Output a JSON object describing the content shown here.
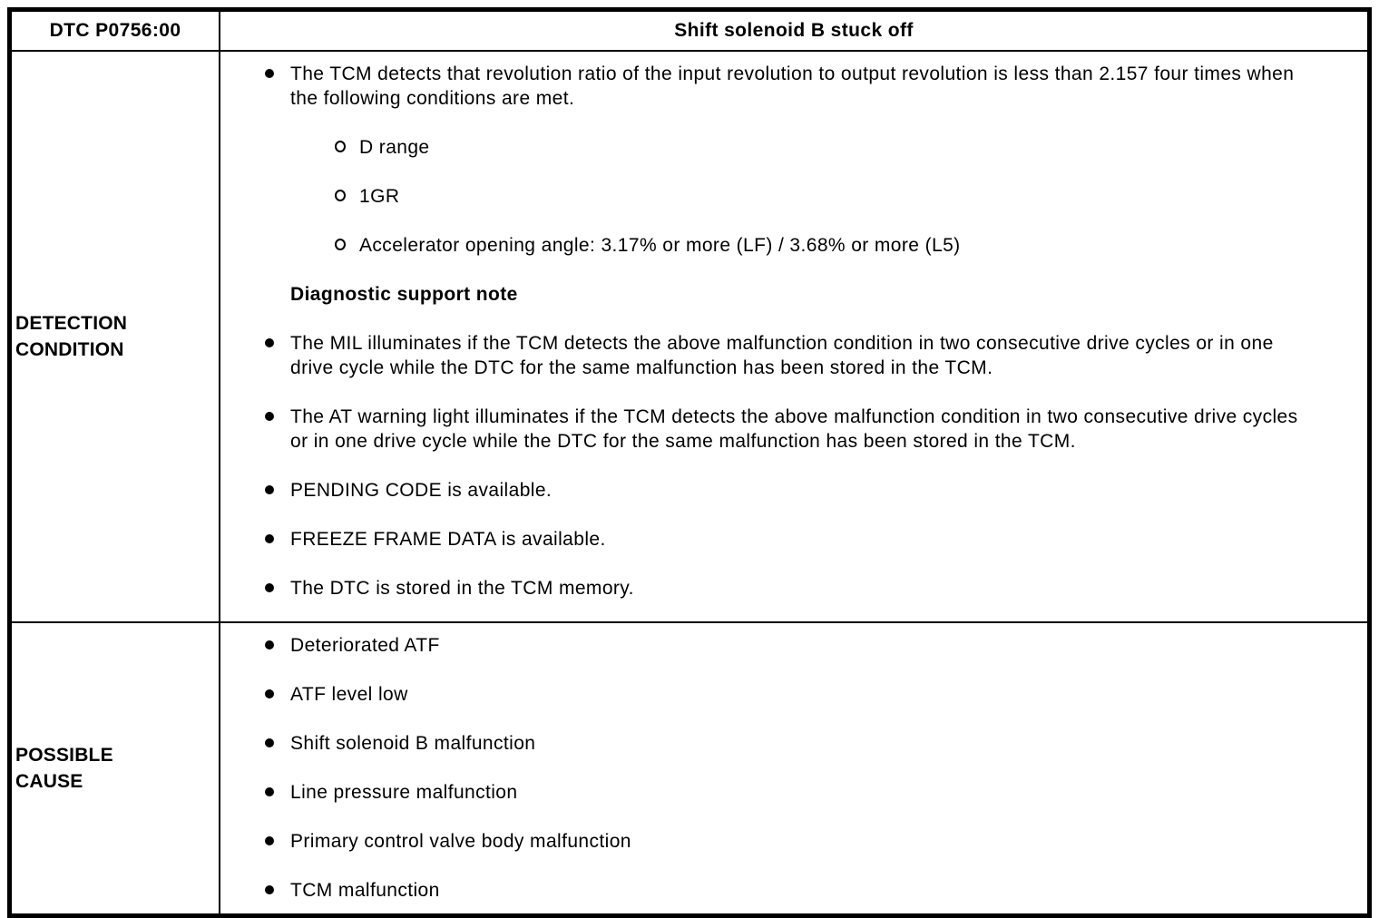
{
  "header": {
    "dtc_label": "DTC P0756:00",
    "title": "Shift solenoid B stuck off"
  },
  "rows": [
    {
      "label": "DETECTION\nCONDITION",
      "items": [
        {
          "type": "bullet",
          "text": "The TCM detects that revolution ratio of the input revolution to output revolution is less than 2.157 four times when the following conditions are met."
        },
        {
          "type": "sub",
          "text": "D range"
        },
        {
          "type": "sub",
          "text": "1GR"
        },
        {
          "type": "sub",
          "text": "Accelerator opening angle: 3.17% or more (LF) / 3.68% or more (L5)"
        },
        {
          "type": "heading",
          "text": "Diagnostic support note"
        },
        {
          "type": "bullet",
          "text": "The MIL illuminates if the TCM detects the above malfunction condition in two consecutive drive cycles or in one drive cycle while the DTC for the same malfunction has been stored in the TCM."
        },
        {
          "type": "bullet",
          "text": "The AT warning light illuminates if the TCM detects the above malfunction condition in two consecutive drive cycles or in one drive cycle while the DTC for the same malfunction has been stored in the TCM."
        },
        {
          "type": "bullet",
          "text": "PENDING CODE is available."
        },
        {
          "type": "bullet",
          "text": "FREEZE FRAME DATA is available."
        },
        {
          "type": "bullet",
          "text": "The DTC is stored in the TCM memory."
        }
      ]
    },
    {
      "label": "POSSIBLE\nCAUSE",
      "items": [
        {
          "type": "bullet",
          "text": "Deteriorated ATF"
        },
        {
          "type": "bullet",
          "text": "ATF level low"
        },
        {
          "type": "bullet",
          "text": "Shift solenoid B malfunction"
        },
        {
          "type": "bullet",
          "text": "Line pressure malfunction"
        },
        {
          "type": "bullet",
          "text": "Primary control valve body malfunction"
        },
        {
          "type": "bullet",
          "text": "TCM malfunction"
        }
      ]
    }
  ]
}
